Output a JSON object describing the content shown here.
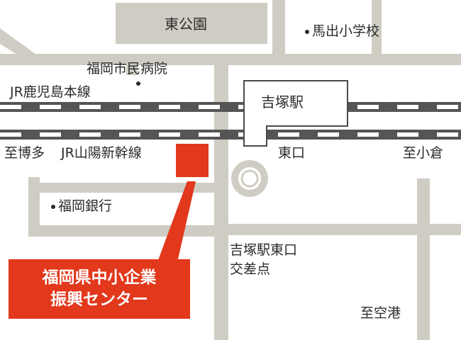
{
  "colors": {
    "road": "#cfcdc3",
    "rail_dark": "#555555",
    "rail_light": "#ffffff",
    "highlight": "#e2381c",
    "text": "#2b2b2b",
    "callout_text": "#ffffff"
  },
  "labels": {
    "park": "東公園",
    "school": "馬出小学校",
    "hospital": "福岡市民病院",
    "jr_kagoshima": "JR鹿児島本線",
    "station": "吉塚駅",
    "to_hakata": "至博多",
    "jr_sanyo": "JR山陽新幹線",
    "east_exit": "東口",
    "to_kokura": "至小倉",
    "bank": "福岡銀行",
    "intersection_line1": "吉塚駅東口",
    "intersection_line2": "交差点",
    "to_airport": "至空港"
  },
  "callout": {
    "line1": "福岡県中小企業",
    "line2": "振興センター"
  },
  "icons": {
    "poi_marker": "dot-icon",
    "roundabout": "roundabout-icon",
    "target_marker": "square-marker-icon"
  }
}
